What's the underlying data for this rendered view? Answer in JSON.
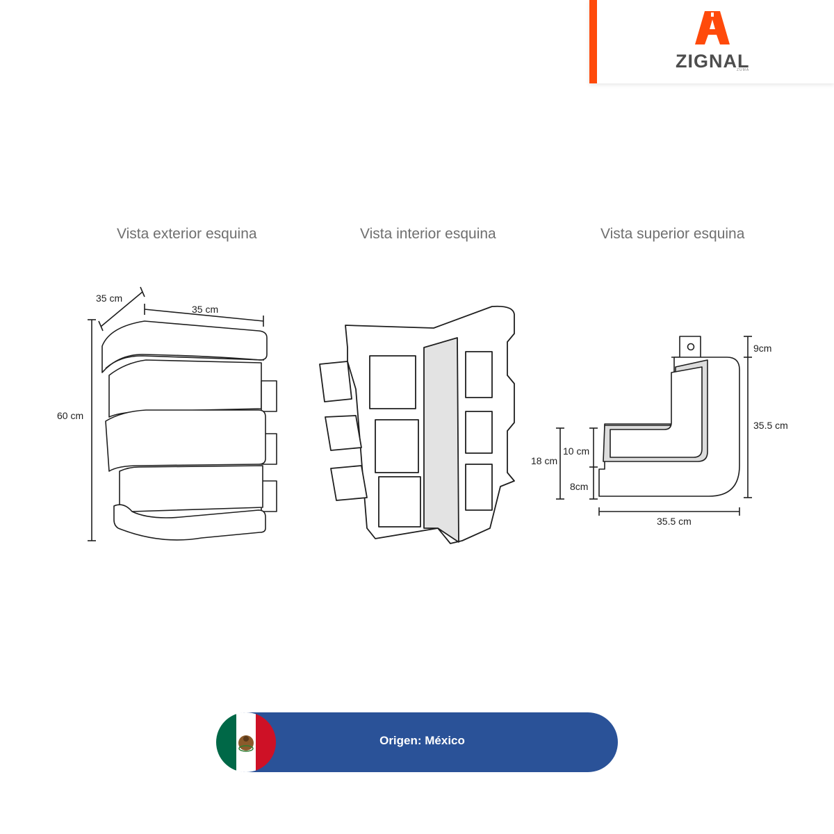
{
  "brand": {
    "name": "ZIGNAL",
    "sub": "ZUMA",
    "accent_color": "#ff4a0b",
    "text_color": "#4d4d4d"
  },
  "views": [
    {
      "title": "Vista exterior esquina",
      "dimensions": {
        "depth": "35 cm",
        "width": "35 cm",
        "height": "60 cm"
      }
    },
    {
      "title": "Vista interior esquina"
    },
    {
      "title": "Vista superior esquina",
      "dimensions": {
        "top": "9cm",
        "side": "35.5 cm",
        "upper": "10 cm",
        "total": "18 cm",
        "lower": "8cm",
        "bottom": "35.5 cm"
      }
    }
  ],
  "origin": {
    "label": "Origen: México",
    "flag": "mexico-flag-icon",
    "bar_color": "#2a5298"
  }
}
